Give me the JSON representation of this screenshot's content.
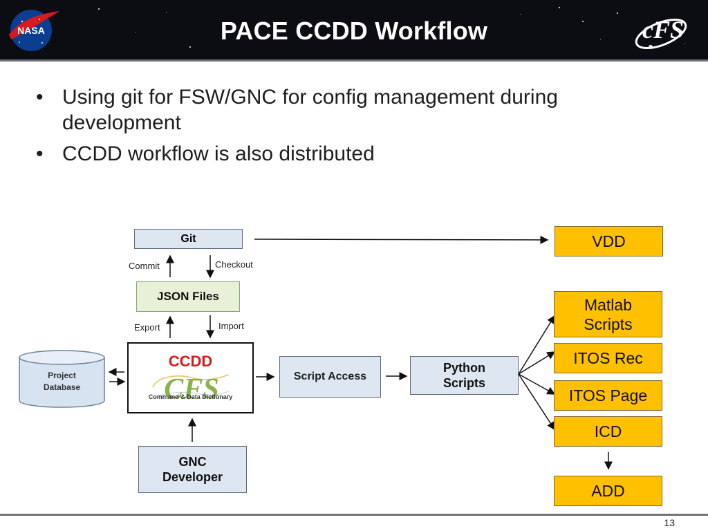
{
  "header": {
    "title": "PACE CCDD Workflow",
    "left_logo_text": "NASA",
    "right_logo_text": "cFS"
  },
  "bullets": [
    "Using git for FSW/GNC for config management during development",
    "CCDD workflow is also distributed"
  ],
  "diagram": {
    "git": "Git",
    "commit": "Commit",
    "checkout": "Checkout",
    "json_files": "JSON Files",
    "export": "Export",
    "import": "Import",
    "ccdd_title": "CCDD",
    "ccdd_logo_text": "CFS",
    "ccdd_subtitle": "Command & Data Dictionary",
    "project_database_line1": "Project",
    "project_database_line2": "Database",
    "script_access": "Script Access",
    "python_scripts_line1": "Python",
    "python_scripts_line2": "Scripts",
    "gnc_developer_line1": "GNC",
    "gnc_developer_line2": "Developer",
    "vdd": "VDD",
    "matlab_line1": "Matlab",
    "matlab_line2": "Scripts",
    "itos_rec": "ITOS Rec",
    "itos_page": "ITOS Page",
    "icd": "ICD",
    "add": "ADD"
  },
  "footer": {
    "page_number": "13"
  },
  "colors": {
    "header_background": "#0b0d12",
    "blue_box": "#dde6f1",
    "green_box": "#e8f0d8",
    "orange_box": "#ffc000",
    "ccdd_red": "#d81b1b",
    "cfs_green": "#8ab14a"
  }
}
